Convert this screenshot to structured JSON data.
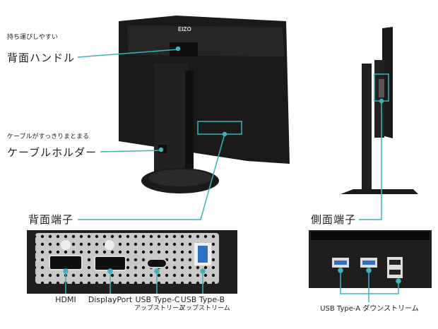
{
  "brand": "EIZO",
  "callouts": {
    "handle": {
      "sub": "持ち運びしやすい",
      "title": "背面ハンドル"
    },
    "cable_holder": {
      "sub": "ケーブルがすっきりまとまる",
      "title": "ケーブルホルダー"
    },
    "rear_ports": {
      "title": "背面端子"
    },
    "side_ports": {
      "title": "側面端子"
    }
  },
  "rear_ports": [
    {
      "name": "HDMI"
    },
    {
      "name": "DisplayPort"
    },
    {
      "name": "USB Type-C",
      "sub": "アップストリーム"
    },
    {
      "name": "USB Type-B",
      "sub": "アップストリーム"
    }
  ],
  "side_ports": {
    "label": "USB Type-A ダウンストリーム"
  },
  "colors": {
    "accent": "#3ab4c0",
    "monitor": "#1c1c1c",
    "usb_blue": "#2f6fc4"
  }
}
